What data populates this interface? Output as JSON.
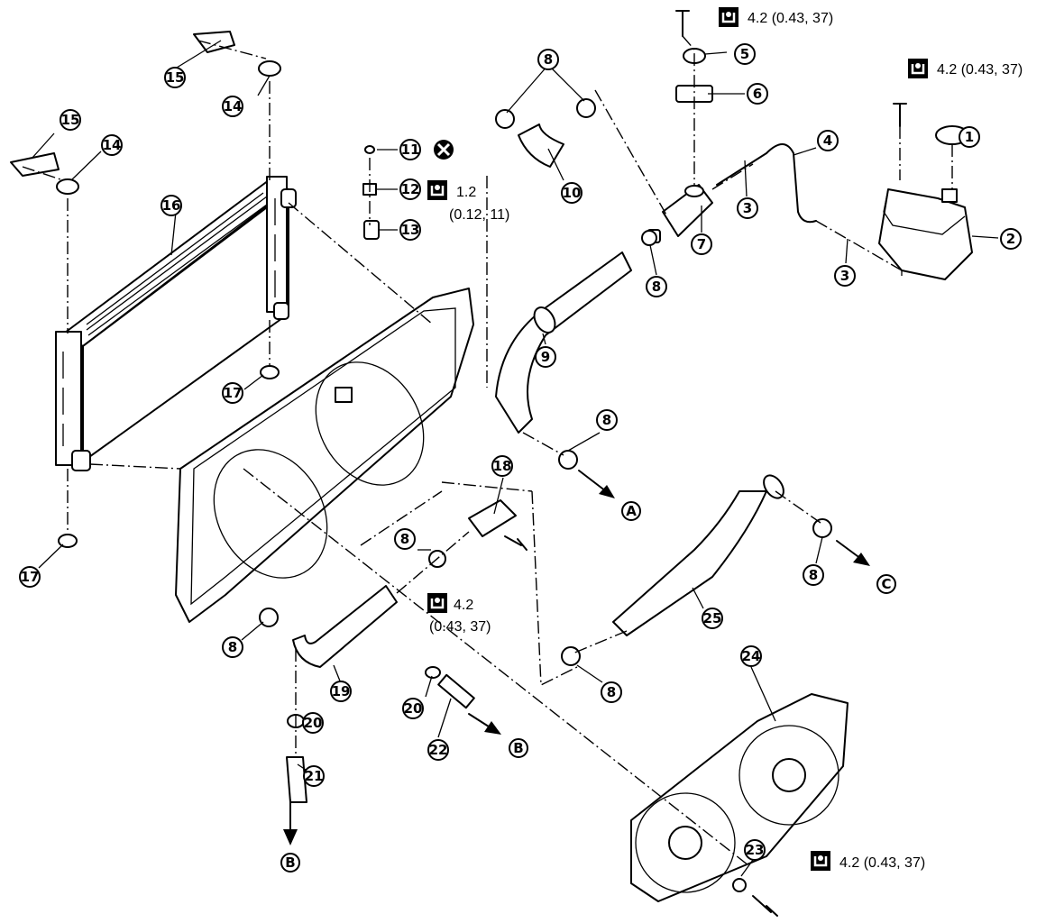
{
  "callouts": [
    {
      "id": "c1",
      "label": "1"
    },
    {
      "id": "c2",
      "label": "2"
    },
    {
      "id": "c3a",
      "label": "3"
    },
    {
      "id": "c3b",
      "label": "3"
    },
    {
      "id": "c4",
      "label": "4"
    },
    {
      "id": "c5",
      "label": "5"
    },
    {
      "id": "c6",
      "label": "6"
    },
    {
      "id": "c7",
      "label": "7"
    },
    {
      "id": "c8a",
      "label": "8"
    },
    {
      "id": "c8b",
      "label": "8"
    },
    {
      "id": "c8c",
      "label": "8"
    },
    {
      "id": "c8d",
      "label": "8"
    },
    {
      "id": "c8e",
      "label": "8"
    },
    {
      "id": "c8f",
      "label": "8"
    },
    {
      "id": "c8g",
      "label": "8"
    },
    {
      "id": "c8h",
      "label": "8"
    },
    {
      "id": "c9",
      "label": "9"
    },
    {
      "id": "c10",
      "label": "10"
    },
    {
      "id": "c11",
      "label": "11"
    },
    {
      "id": "c12",
      "label": "12"
    },
    {
      "id": "c13",
      "label": "13"
    },
    {
      "id": "c14a",
      "label": "14"
    },
    {
      "id": "c14b",
      "label": "14"
    },
    {
      "id": "c15a",
      "label": "15"
    },
    {
      "id": "c15b",
      "label": "15"
    },
    {
      "id": "c16",
      "label": "16"
    },
    {
      "id": "c17a",
      "label": "17"
    },
    {
      "id": "c17b",
      "label": "17"
    },
    {
      "id": "c18",
      "label": "18"
    },
    {
      "id": "c19",
      "label": "19"
    },
    {
      "id": "c20a",
      "label": "20"
    },
    {
      "id": "c20b",
      "label": "20"
    },
    {
      "id": "c21",
      "label": "21"
    },
    {
      "id": "c22",
      "label": "22"
    },
    {
      "id": "c23",
      "label": "23"
    },
    {
      "id": "c24",
      "label": "24"
    },
    {
      "id": "c25",
      "label": "25"
    }
  ],
  "torque_specs": {
    "top_bolt": "4.2 (0.43, 37)",
    "reservoir_bolt": "4.2 (0.43, 37)",
    "small_bolt_line1": "1.2",
    "small_bolt_line2": "(0.12, 11)",
    "pipe_bolt_line1": "4.2",
    "pipe_bolt_line2": "(0.43, 37)",
    "fan_bolt": "4.2 (0.43, 37)"
  },
  "connection_refs": {
    "a": "A",
    "b_lower": "B",
    "b_left": "B",
    "c": "C"
  },
  "icons": {
    "torque": "torque-wrench-icon",
    "do_not_reuse": "do-not-reuse-icon"
  }
}
